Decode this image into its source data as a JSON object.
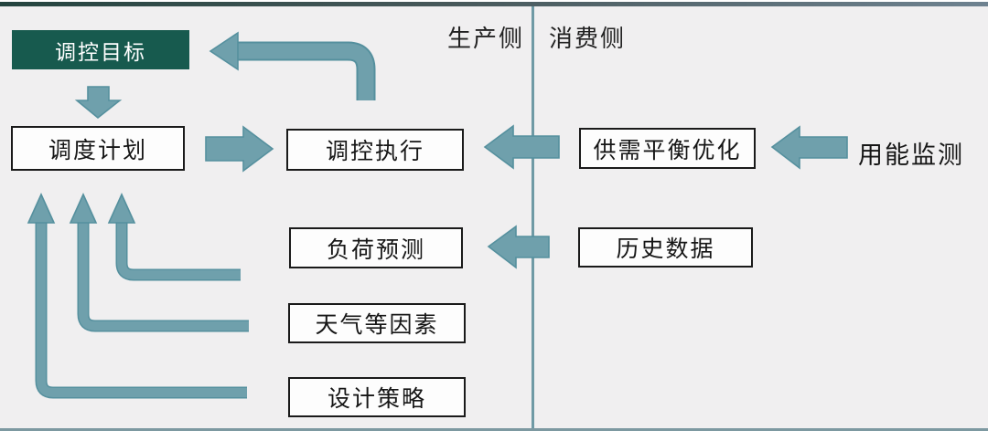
{
  "header": {
    "production_side": "生产侧",
    "consumption_side": "消费侧"
  },
  "nodes": {
    "control_target": "调控目标",
    "dispatch_plan": "调度计划",
    "control_execution": "调控执行",
    "supply_demand_balance": "供需平衡优化",
    "energy_monitoring": "用能监测",
    "load_forecast": "负荷预测",
    "historical_data": "历史数据",
    "weather_factors": "天气等因素",
    "design_strategy": "设计策略"
  },
  "edges": [
    {
      "from": "control_execution",
      "to": "control_target",
      "style": "elbow-left-up"
    },
    {
      "from": "control_target",
      "to": "dispatch_plan",
      "style": "block-down"
    },
    {
      "from": "dispatch_plan",
      "to": "control_execution",
      "style": "block-right"
    },
    {
      "from": "supply_demand_balance",
      "to": "control_execution",
      "style": "block-left-across-divider"
    },
    {
      "from": "energy_monitoring",
      "to": "supply_demand_balance",
      "style": "block-left"
    },
    {
      "from": "historical_data",
      "to": "load_forecast",
      "style": "block-left-across-divider"
    },
    {
      "from": "load_forecast",
      "to": "dispatch_plan",
      "style": "elbow-up"
    },
    {
      "from": "weather_factors",
      "to": "dispatch_plan",
      "style": "elbow-up"
    },
    {
      "from": "design_strategy",
      "to": "dispatch_plan",
      "style": "elbow-up"
    }
  ],
  "colors": {
    "arrow": "#6fa0ac",
    "arrow_border": "#55909e",
    "dark_box_bg": "#175a4e",
    "dark_box_text": "#ffffff",
    "box_bg": "#fdfdfd",
    "box_border": "#1a1a1a",
    "background": "#f0eff0",
    "divider": "#6f9aa5",
    "frame_bottom": "#7d99a1",
    "top_bar_left": "#24443f",
    "top_bar_right": "#6e8290"
  }
}
